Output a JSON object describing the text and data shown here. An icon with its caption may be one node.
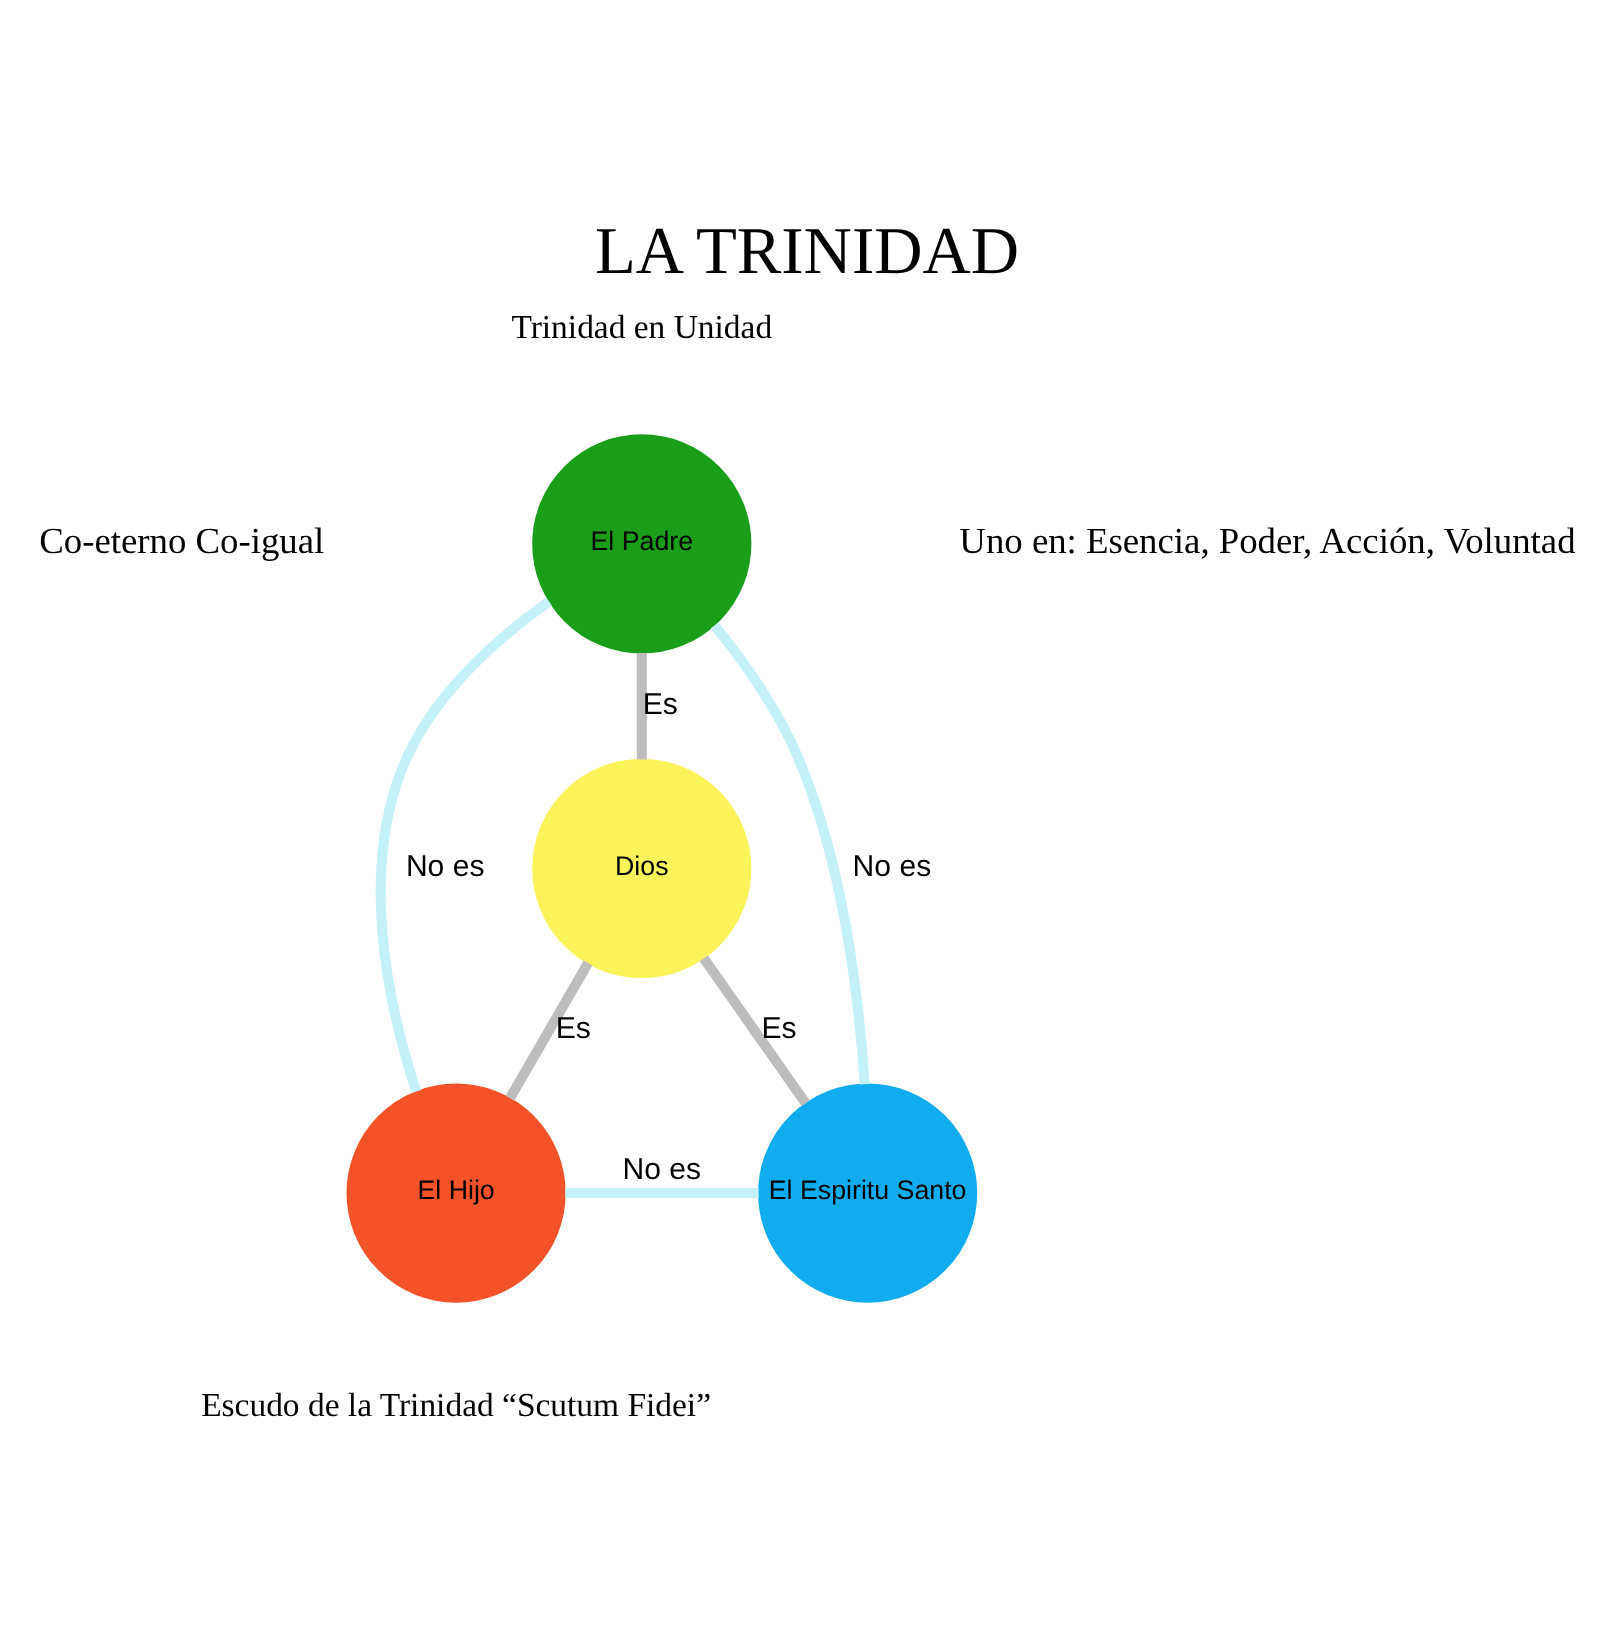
{
  "diagram": {
    "title": "LA TRINIDAD",
    "caption": "Escudo de la Trinidad “Scutum Fidei”",
    "nodes": [
      {
        "text": [
          "El Padre"
        ]
      },
      {
        "text": [
          "Dios"
        ]
      },
      {
        "text": [
          "El Hijo"
        ]
      },
      {
        "text": [
          "El Espiritu Santo"
        ]
      }
    ],
    "edges": [
      {
        "from": 0,
        "to": 2,
        "arrow": "none",
        "label": "No es",
        "color": "#c4f1f7"
      },
      {
        "from": 0,
        "to": 3,
        "arrow": "none",
        "label": "No es",
        "color": "#c4f1f7"
      },
      {
        "from": 2,
        "to": 3,
        "arrow": "none",
        "label": "No es",
        "color": "#c4f1f7"
      },
      {
        "from": 1,
        "to": 0,
        "arrow": "none",
        "label": "Es",
        "color": "#bdbdbd"
      },
      {
        "from": 1,
        "to": 2,
        "arrow": "none",
        "label": "Es",
        "color": "#bdbdbd"
      },
      {
        "from": 1,
        "to": 3,
        "arrow": "none",
        "label": "Es",
        "color": "#bdbdbd"
      }
    ],
    "labels": [
      "Trinidad en Unidad",
      "Co-eterno Co-igual",
      "Uno en: Esencia, Poder, Acción, Voluntad"
    ]
  }
}
